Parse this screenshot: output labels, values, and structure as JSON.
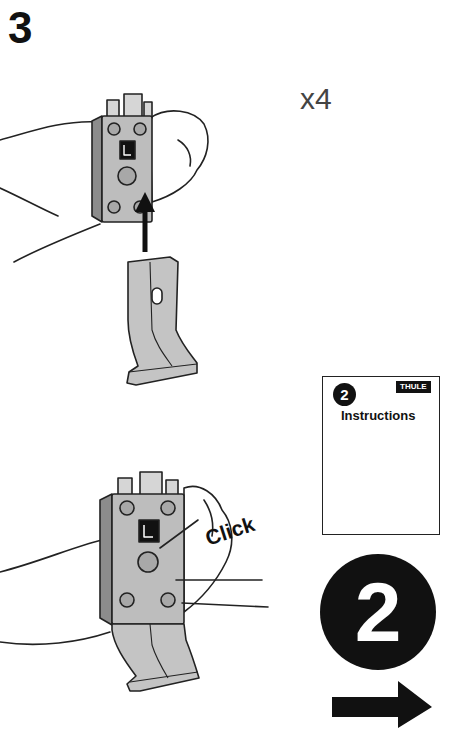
{
  "diagram": {
    "nodes": [
      {
        "text": [
          "Instructions"
        ]
      },
      {
        "text": [
          "2"
        ],
        "in": 0
      },
      {
        "text": [
          "THULE"
        ],
        "in": 0
      },
      {
        "text": [
          "2"
        ]
      }
    ],
    "labels": [
      "3",
      "x4",
      "Click"
    ]
  }
}
